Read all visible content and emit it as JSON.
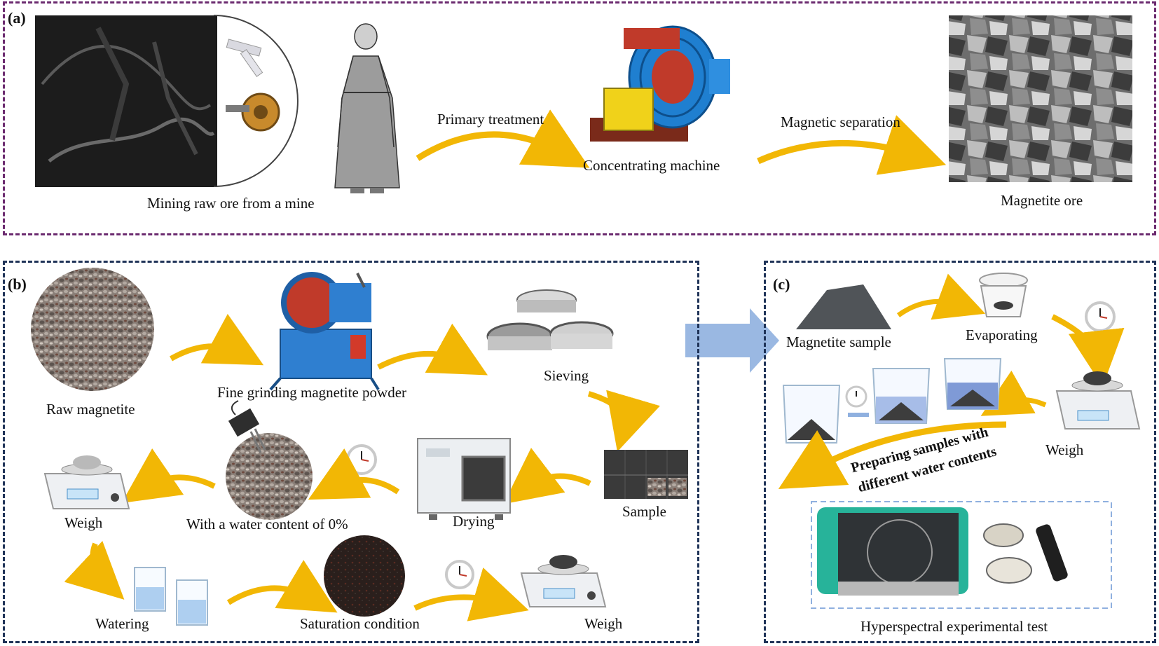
{
  "panel_a": {
    "label": "(a)",
    "mine_caption": "Mining raw ore from a mine",
    "arrow1_caption": "Primary treatment",
    "machine_caption": "Concentrating machine",
    "arrow2_caption": "Magnetic separation",
    "ore_caption": "Magnetite ore",
    "icons": [
      "mine-photo",
      "hammer-icon",
      "drill-icon",
      "worker-figure",
      "ball-mill-machine",
      "magnetite-rock-pile"
    ]
  },
  "panel_b": {
    "label": "(b)",
    "raw_caption": "Raw magnetite",
    "grinding_caption": "Fine grinding magnetite powder",
    "sieving_caption": "Sieving",
    "sample_caption": "Sample",
    "drying_caption": "Drying",
    "water0_caption": "With a water content of 0%",
    "weigh1_caption": "Weigh",
    "watering_caption": "Watering",
    "saturation_caption": "Saturation condition",
    "weigh2_caption": "Weigh"
  },
  "panel_c": {
    "label": "(c)",
    "sample_caption": "Magnetite sample",
    "evaporating_caption": "Evaporating",
    "weigh_caption": "Weigh",
    "preparing_line1": "Preparing samples with",
    "preparing_line2": "different water contents",
    "hyperspectral_caption": "Hyperspectral experimental test"
  },
  "colors": {
    "panel_a_border": "#6b2a6f",
    "panel_bc_border": "#1f3358",
    "flow_arrow": "#f2b705",
    "transfer_arrow": "#8fb0df",
    "spectrometer_green": "#27b39a"
  }
}
